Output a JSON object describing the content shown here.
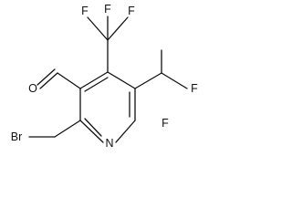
{
  "molecule": {
    "atoms": {
      "f_top_left": "F",
      "f_top_mid": "F",
      "f_top_right": "F",
      "f_chf2_right": "F",
      "f_chf2_bottom": "F",
      "o_aldehyde": "O",
      "br_bromomethyl": "Br",
      "n_ring": "N"
    },
    "line_color": "#111111"
  }
}
